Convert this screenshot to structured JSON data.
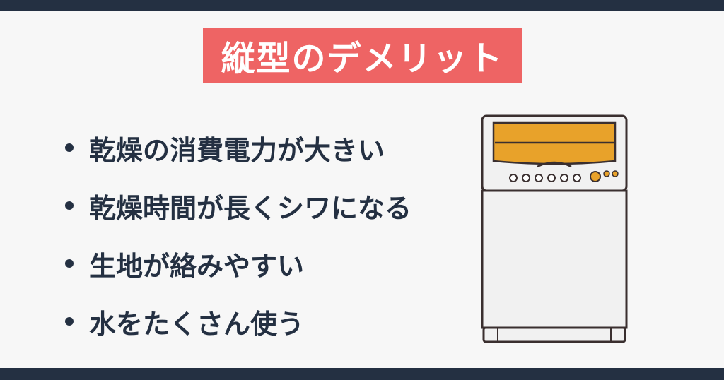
{
  "title": "縦型のデメリット",
  "bullets": [
    "乾燥の消費電力が大きい",
    "乾燥時間が長くシワになる",
    "生地が絡みやすい",
    "水をたくさん使う"
  ],
  "colors": {
    "bar": "#243042",
    "title_bg": "#ee6464",
    "text": "#243042",
    "lid": "#e8a22a",
    "outline": "#3a2f2f",
    "body": "#f1f1f1"
  },
  "icons": [
    "washing-machine-illustration"
  ]
}
